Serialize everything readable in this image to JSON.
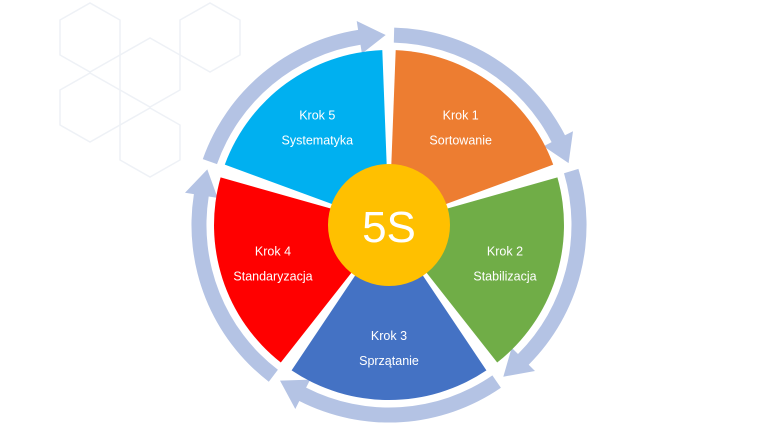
{
  "center": {
    "label": "5S",
    "color": "#FFC000"
  },
  "ring_color": "#B4C3E4",
  "steps": [
    {
      "title": "Krok 1",
      "name": "Sortowanie",
      "color": "#ED7D31"
    },
    {
      "title": "Krok 2",
      "name": "Stabilizacja",
      "color": "#70AD47"
    },
    {
      "title": "Krok 3",
      "name": "Sprzątanie",
      "color": "#4472C4"
    },
    {
      "title": "Krok 4",
      "name": "Standaryzacja",
      "color": "#FF0000"
    },
    {
      "title": "Krok 5",
      "name": "Systematyka",
      "color": "#00B0F0"
    }
  ]
}
